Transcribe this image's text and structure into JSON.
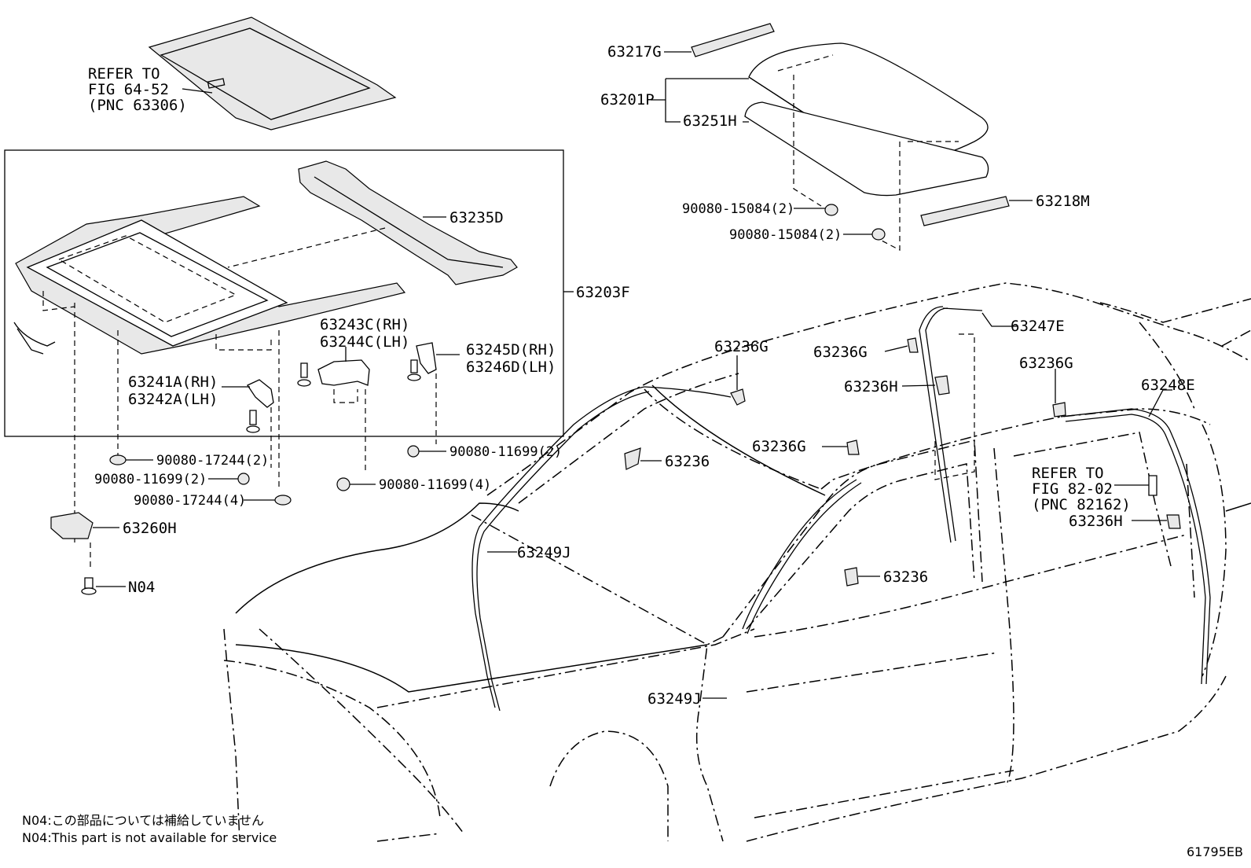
{
  "labels": {
    "refer1_l1": "REFER TO",
    "refer1_l2": "FIG 64-52",
    "refer1_l3": "(PNC 63306)",
    "p63217G": "63217G",
    "p63201P": "63201P",
    "p63251H": "63251H",
    "p63218M": "63218M",
    "bolt_a": "90080-15084(2)",
    "bolt_b": "90080-15084(2)",
    "p63235D": "63235D",
    "p63203F": "63203F",
    "p63243C": "63243C(RH)",
    "p63244C": "63244C(LH)",
    "p63245D": "63245D(RH)",
    "p63246D": "63246D(LH)",
    "p63241A": "63241A(RH)",
    "p63242A": "63242A(LH)",
    "nut1": "90080-17244(2)",
    "nut2": "90080-11699(2)",
    "nut3": "90080-17244(4)",
    "nut4": "90080-11699(2)",
    "nut5": "90080-11699(4)",
    "p63260H": "63260H",
    "pN04": "N04",
    "p63236G_a": "63236G",
    "p63236G_b": "63236G",
    "p63236G_c": "63236G",
    "p63236G_d": "63236G",
    "p63236H_a": "63236H",
    "p63236H_b": "63236H",
    "p63247E": "63247E",
    "p63248E": "63248E",
    "p63236_a": "63236",
    "p63236_b": "63236",
    "p63249J_a": "63249J",
    "p63249J_b": "63249J",
    "refer2_l1": "REFER TO",
    "refer2_l2": "FIG 82-02",
    "refer2_l3": "(PNC 82162)"
  },
  "notes": {
    "jp": "N04:この部品については補給していません",
    "en": "N04:This part is not available for service"
  },
  "figure_code": "61795EB"
}
